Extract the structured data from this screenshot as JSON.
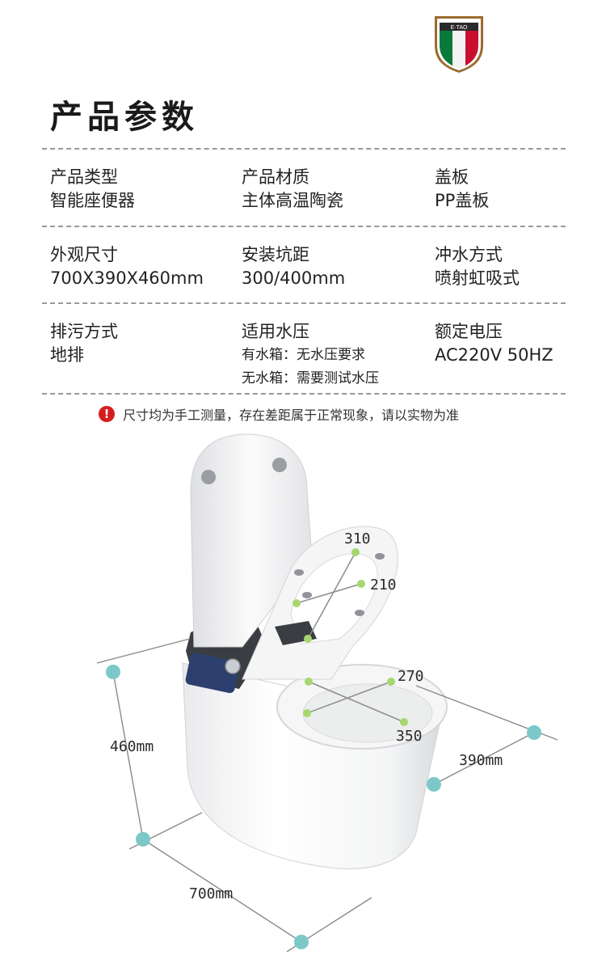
{
  "brand": {
    "logo_text": "E·TAO"
  },
  "title": "产品参数",
  "specs": [
    {
      "label": "产品类型",
      "value": "智能座便器"
    },
    {
      "label": "产品材质",
      "value": "主体高温陶瓷"
    },
    {
      "label": "盖板",
      "value": "PP盖板"
    },
    {
      "label": "外观尺寸",
      "value": "700X390X460mm"
    },
    {
      "label": "安装坑距",
      "value": "300/400mm"
    },
    {
      "label": "冲水方式",
      "value": "喷射虹吸式"
    },
    {
      "label": "排污方式",
      "value": "地排"
    },
    {
      "label": "适用水压",
      "value": "有水箱：无水压要求",
      "value2": "无水箱：需要测试水压"
    },
    {
      "label": "额定电压",
      "value": "AC220V 50HZ"
    }
  ],
  "notice": "尺寸均为手工测量，存在差距属于正常现象，请以实物为准",
  "dimensions": {
    "height": "460mm",
    "width": "390mm",
    "length": "700mm",
    "seat_outer": "310",
    "seat_inner": "210",
    "bowl_width": "270",
    "bowl_length": "350"
  },
  "colors": {
    "dim_marker": "#7cc8c8",
    "seat_marker": "#a6d86e",
    "notice_icon": "#d41e1e"
  }
}
